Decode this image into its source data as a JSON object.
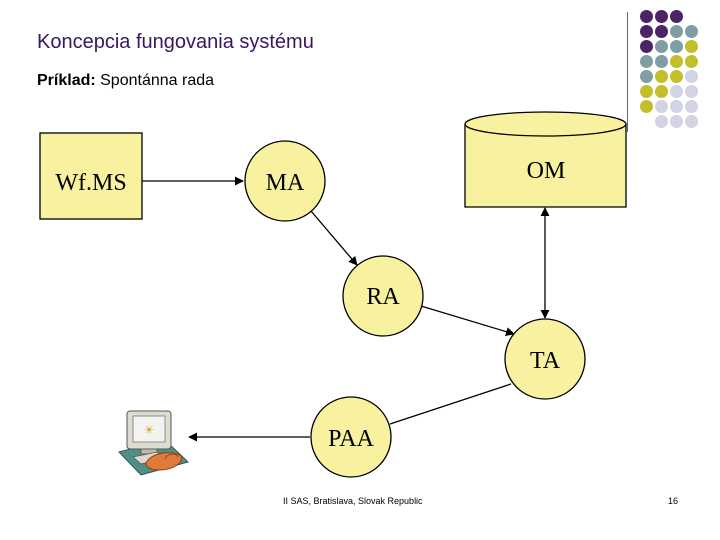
{
  "slide": {
    "title": "Koncepcia fungovania systému",
    "subtitle_bold": "Príklad:",
    "subtitle_rest": " Spontánna rada",
    "footer": "II SAS, Bratislava, Slovak Republic",
    "page_number": "16"
  },
  "diagram": {
    "nodes": {
      "wfms": "Wf.MS",
      "ma": "MA",
      "om": "OM",
      "ra": "RA",
      "ta": "TA",
      "paa": "PAA"
    },
    "colors": {
      "node_fill": "#f8f2a0",
      "stroke": "#000000"
    }
  },
  "decoration": {
    "dot_colors": {
      "purple": "#4b2468",
      "teal": "#7f9ea4",
      "olive": "#c2bf2a",
      "lavender": "#d3d3e6"
    }
  }
}
